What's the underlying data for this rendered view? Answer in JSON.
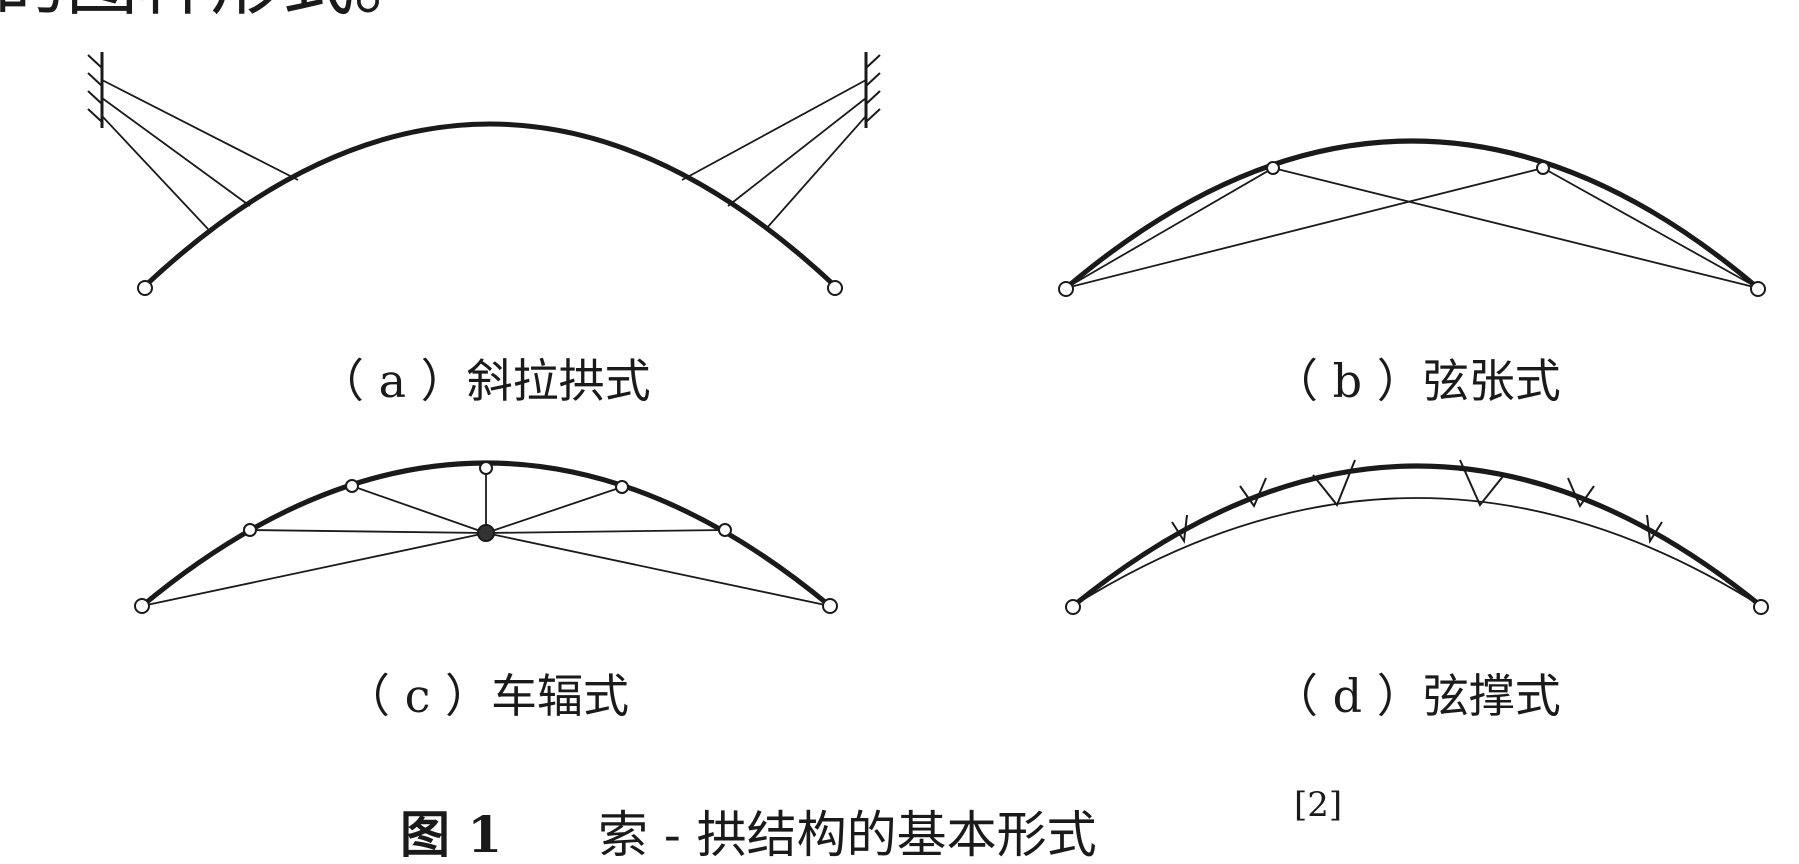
{
  "header_fragment": "的图种形式。",
  "panels": {
    "a": {
      "caption": "（ a ）斜拉拱式"
    },
    "b": {
      "caption": "（ b ）弦张式"
    },
    "c": {
      "caption": "（ c ）车辐式"
    },
    "d": {
      "caption": "（ d ）弦撑式"
    }
  },
  "figure": {
    "label": "图 1",
    "title": "索 - 拱结构的基本形式",
    "ref": "[2]"
  },
  "colors": {
    "line": "#1a1a1a",
    "background": "#ffffff"
  }
}
